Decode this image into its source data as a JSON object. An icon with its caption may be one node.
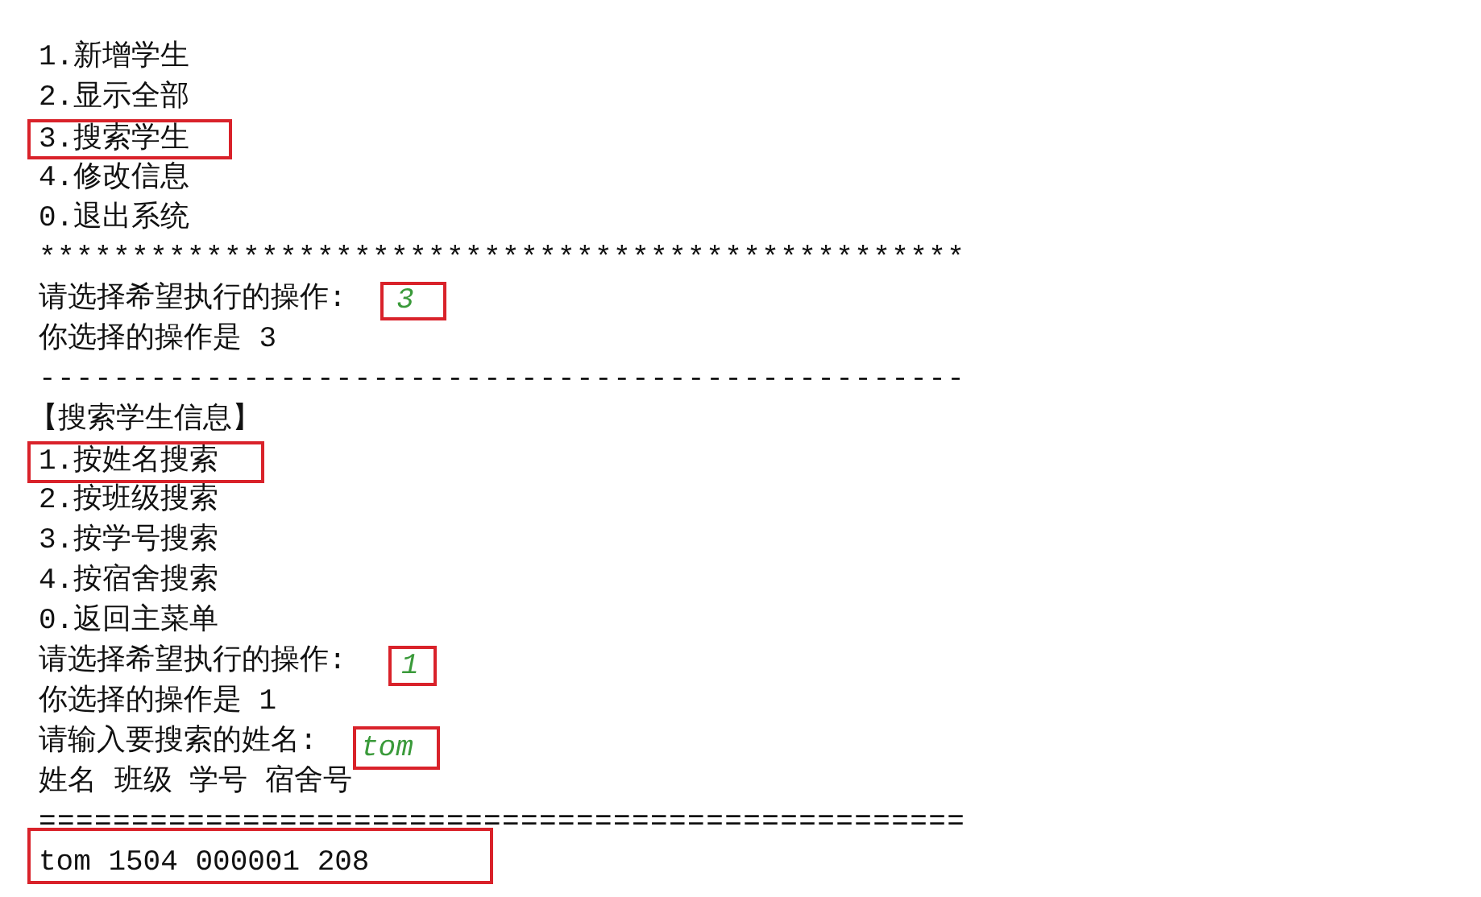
{
  "diagram": {
    "nodes": [
      {
        "text": [
          "3.搜索学生"
        ]
      },
      {
        "text": [
          "3"
        ]
      },
      {
        "text": [
          "1.按姓名搜索"
        ]
      },
      {
        "text": [
          "1"
        ]
      },
      {
        "text": [
          "tom"
        ]
      },
      {
        "text": [
          "tom 1504 000001 208"
        ]
      }
    ],
    "labels": [
      "1.新增学生",
      "2.显示全部",
      "4.修改信息",
      "0.退出系统",
      "**************************************************",
      "请选择希望执行的操作:",
      "你选择的操作是 3",
      "--------------------------------------------------",
      "【搜索学生信息】",
      "2.按班级搜索",
      "3.按学号搜索",
      "4.按宿舍搜索",
      "0.返回主菜单",
      "请选择希望执行的操作:",
      "你选择的操作是 1",
      "请输入要搜索的姓名:",
      "姓名 班级 学号 宿舍号",
      "=================================================="
    ]
  }
}
